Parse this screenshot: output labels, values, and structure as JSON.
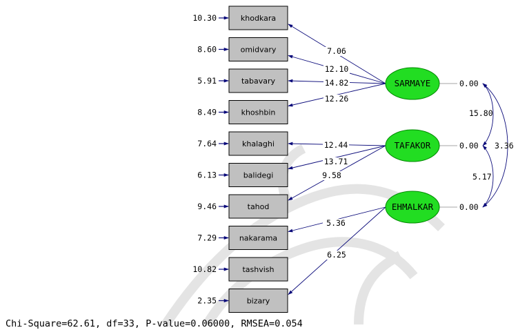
{
  "observed": [
    {
      "id": "khodkara",
      "label": "khodkara",
      "error": "10.30"
    },
    {
      "id": "omidvary",
      "label": "omidvary",
      "error": "8.60"
    },
    {
      "id": "tabavary",
      "label": "tabavary",
      "error": "5.91"
    },
    {
      "id": "khoshbin",
      "label": "khoshbin",
      "error": "8.49"
    },
    {
      "id": "khalaghi",
      "label": "khalaghi",
      "error": "7.64"
    },
    {
      "id": "balidegi",
      "label": "balidegi",
      "error": "6.13"
    },
    {
      "id": "tahod",
      "label": "tahod",
      "error": "9.46"
    },
    {
      "id": "nakarama",
      "label": "nakarama",
      "error": "7.29"
    },
    {
      "id": "tashvish",
      "label": "tashvish",
      "error": "10.82"
    },
    {
      "id": "bizary",
      "label": "bizary",
      "error": "2.35"
    }
  ],
  "latents": [
    {
      "id": "SARMAYE",
      "label": "SARMAYE",
      "variance": "0.00"
    },
    {
      "id": "TAFAKOR",
      "label": "TAFAKOR",
      "variance": "0.00"
    },
    {
      "id": "EHMALKAR",
      "label": "EHMALKAR",
      "variance": "0.00"
    }
  ],
  "loadings": [
    {
      "from": "SARMAYE",
      "to": "khodkara",
      "value": "7.06"
    },
    {
      "from": "SARMAYE",
      "to": "omidvary",
      "value": "12.10"
    },
    {
      "from": "SARMAYE",
      "to": "tabavary",
      "value": "14.82"
    },
    {
      "from": "SARMAYE",
      "to": "khoshbin",
      "value": "12.26"
    },
    {
      "from": "TAFAKOR",
      "to": "khalaghi",
      "value": "12.44"
    },
    {
      "from": "TAFAKOR",
      "to": "balidegi",
      "value": "13.71"
    },
    {
      "from": "TAFAKOR",
      "to": "tahod",
      "value": "9.58"
    },
    {
      "from": "EHMALKAR",
      "to": "nakarama",
      "value": "5.36"
    },
    {
      "from": "EHMALKAR",
      "to": "bizary",
      "value": "6.25"
    }
  ],
  "covariances": [
    {
      "between": [
        "SARMAYE",
        "TAFAKOR"
      ],
      "value": "15.80"
    },
    {
      "between": [
        "TAFAKOR",
        "EHMALKAR"
      ],
      "value": "5.17"
    },
    {
      "between": [
        "SARMAYE",
        "EHMALKAR"
      ],
      "value": "3.36"
    }
  ],
  "fit_statistics": "Chi-Square=62.61, df=33, P-value=0.06000, RMSEA=0.054",
  "colors": {
    "latent_fill": "#22dd22",
    "box_fill": "#c0c0c0",
    "arrow": "#0a0a7a"
  }
}
